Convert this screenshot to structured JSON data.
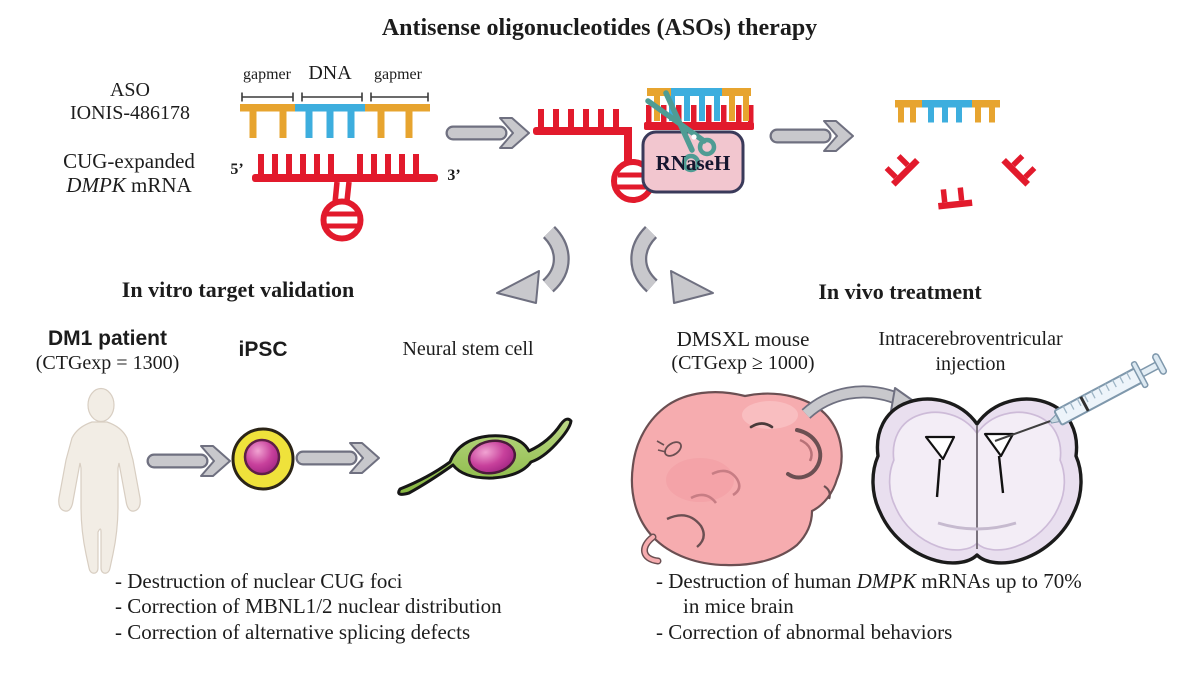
{
  "title": "Antisense oligonucleotides (ASOs) therapy",
  "aso": {
    "label_line1": "ASO",
    "label_line2": "IONIS-486178",
    "gapmer_left": "gapmer",
    "dna": "DNA",
    "gapmer_right": "gapmer"
  },
  "mrna": {
    "label_line1": "CUG-expanded",
    "gene": "DMPK",
    "label_line2_suffix": " mRNA",
    "five_prime": "5’",
    "three_prime": "3’"
  },
  "enzyme": {
    "label": "RNaseH"
  },
  "in_vitro": {
    "heading": "In vitro target validation",
    "patient_label": "DM1 patient",
    "patient_repeat": "(CTGexp = 1300)",
    "ipsc_label": "iPSC",
    "nsc_label": "Neural stem cell",
    "results": [
      "- Destruction of nuclear CUG foci",
      "- Correction of MBNL1/2 nuclear distribution",
      "- Correction of alternative splicing defects"
    ]
  },
  "in_vivo": {
    "heading": "In vivo treatment",
    "mouse_label": "DMSXL mouse",
    "mouse_repeat": "(CTGexp ≥ 1000)",
    "injection_line1": "Intracerebroventricular",
    "injection_line2": "injection",
    "result1_prefix": "- Destruction of human ",
    "result1_gene": "DMPK",
    "result1_suffix": " mRNAs up to 70%",
    "result1_line2": "in mice brain",
    "result2": "- Correction of abnormal behaviors"
  },
  "colors": {
    "rna_red": "#e21a2c",
    "gapmer_orange": "#e7a42f",
    "dna_blue": "#3daede",
    "arrow_fill": "#c8c8cc",
    "arrow_outline": "#6f7080",
    "enzyme_fill": "#f2c6cf",
    "enzyme_border": "#3a3a5a",
    "scissors": "#4f9c94"
  }
}
